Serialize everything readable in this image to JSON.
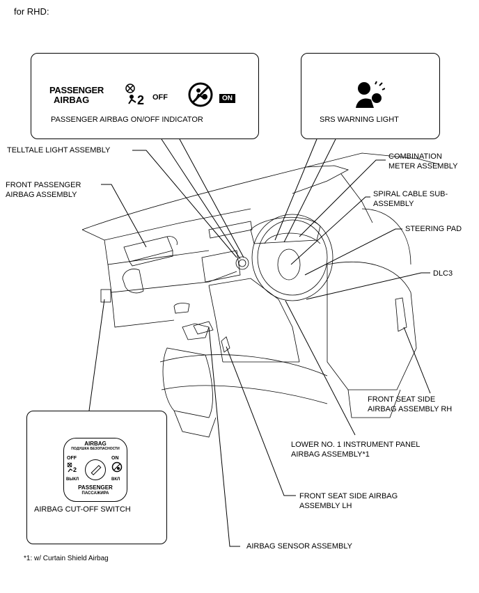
{
  "header": "for RHD:",
  "callout_boxes": {
    "passenger_indicator": {
      "logo_line1": "PASSENGER",
      "logo_line2": "AIRBAG",
      "off_label": "OFF",
      "on_label": "ON",
      "caption": "PASSENGER AIRBAG ON/OFF INDICATOR"
    },
    "srs_warning": {
      "caption": "SRS WARNING LIGHT"
    },
    "cutoff_switch": {
      "dial_title": "AIRBAG",
      "dial_subtitle": "ПОДУШКА БЕЗОПАСНОСТИ",
      "off_label": "OFF",
      "on_label": "ON",
      "off_ru": "ВЫКЛ",
      "on_ru": "ВКЛ",
      "passenger_label": "PASSENGER",
      "passenger_ru": "ПАССАЖИРА",
      "caption": "AIRBAG CUT-OFF SWITCH"
    }
  },
  "labels": {
    "telltale": "TELLTALE LIGHT ASSEMBLY",
    "front_passenger_airbag": "FRONT PASSENGER\nAIRBAG ASSEMBLY",
    "combination_meter": "COMBINATION\nMETER ASSEMBLY",
    "spiral_cable": "SPIRAL CABLE SUB-\nASSEMBLY",
    "steering_pad": "STEERING PAD",
    "dlc3": "DLC3",
    "seat_side_rh": "FRONT SEAT SIDE\nAIRBAG ASSEMBLY RH",
    "instrument_panel_airbag": "LOWER NO. 1 INSTRUMENT PANEL\nAIRBAG ASSEMBLY*1",
    "seat_side_lh": "FRONT SEAT SIDE AIRBAG\nASSEMBLY LH",
    "sensor": "AIRBAG SENSOR ASSEMBLY"
  },
  "footnote": "*1: w/ Curtain Shield Airbag"
}
